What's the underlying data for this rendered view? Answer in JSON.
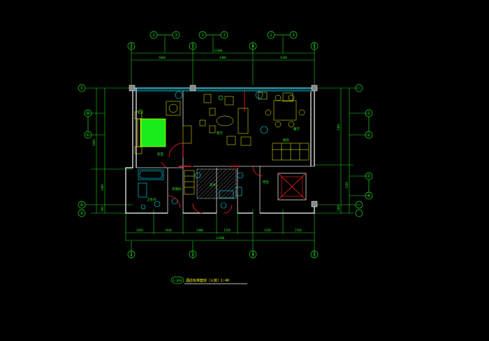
{
  "drawing": {
    "caption_id": "A-004",
    "caption_title": "酒店标准套房（三房）",
    "caption_scale": "1:40"
  },
  "grid_bubbles_top": [
    "2",
    "3",
    "2",
    "3",
    "2",
    "3"
  ],
  "grid_bubbles_row": [
    "2",
    "3",
    "4",
    "5"
  ],
  "grid_bubbles_bottom": [
    "2",
    "3",
    "4",
    "5"
  ],
  "grid_bubbles_side": [
    "E",
    "D",
    "C",
    "B",
    "A"
  ],
  "grid_bubbles_side_inner": [
    "1",
    "2",
    "3",
    "4"
  ],
  "dimensions": {
    "top_total": "12480",
    "top_segments": [
      "3840",
      "4300",
      "4340"
    ],
    "bottom_total": "12480",
    "bottom_segments": [
      "2620",
      "1910",
      "2480",
      "1320",
      "1150",
      "2520"
    ],
    "left_segments": [
      "3000",
      "2400",
      "600"
    ],
    "right_segments": [
      "3400",
      "1200",
      "1400"
    ]
  },
  "rooms": {
    "bedroom": "卧室",
    "living": "客厅",
    "dining": "餐厅",
    "bathroom": "卫生间",
    "entry": "玄关",
    "kitchen": "厨房",
    "bar": "吧台",
    "closet": "衣帽间"
  },
  "colors": {
    "background": "#000000",
    "lines": "#1fd81f",
    "furniture": "#ffff00",
    "wall": "#ffffff",
    "door": "#ff2020",
    "window": "#00e5ff",
    "fill": "#1aeb1a"
  }
}
